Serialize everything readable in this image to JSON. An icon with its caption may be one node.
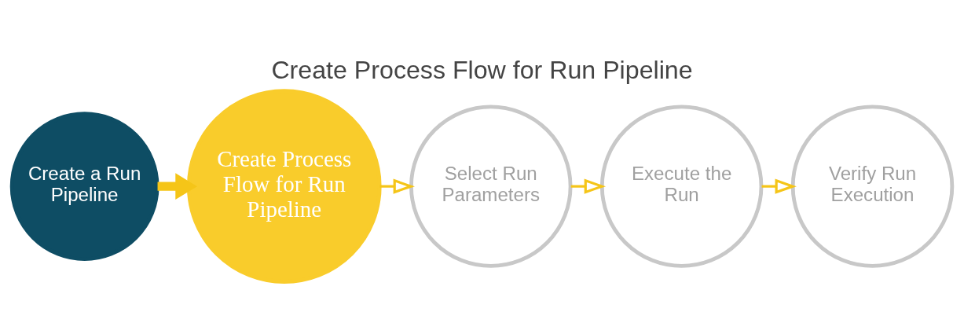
{
  "diagram": {
    "title": "Create Process Flow for Run Pipeline",
    "nodes": [
      {
        "text": [
          "Create a Run Pipeline"
        ]
      },
      {
        "text": [
          "Create Process Flow for Run Pipeline"
        ]
      },
      {
        "text": [
          "Select Run Parameters"
        ]
      },
      {
        "text": [
          "Execute the Run"
        ]
      },
      {
        "text": [
          "Verify Run Execution"
        ]
      }
    ],
    "edges": [
      {
        "from": 0,
        "to": 1,
        "arrow": "to",
        "style": "thick"
      },
      {
        "from": 1,
        "to": 2,
        "arrow": "to"
      },
      {
        "from": 2,
        "to": 3,
        "arrow": "to"
      },
      {
        "from": 3,
        "to": 4,
        "arrow": "to"
      }
    ]
  }
}
